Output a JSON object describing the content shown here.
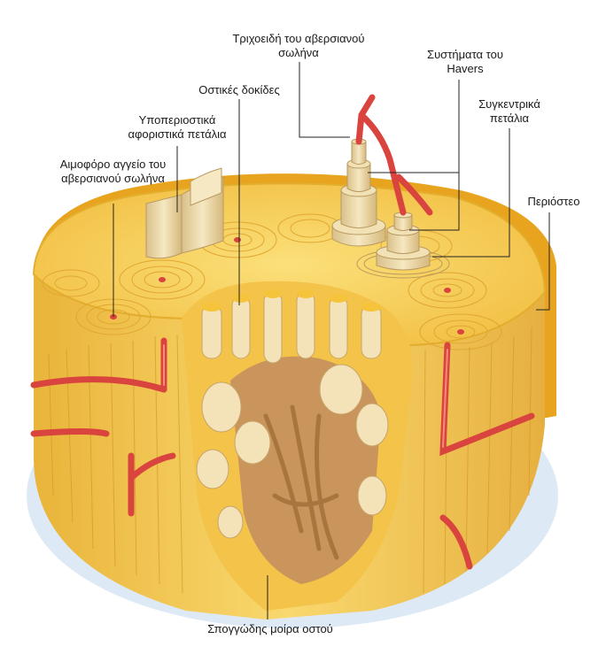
{
  "labels": {
    "capillaries": "Τριχοειδή του αβερσιανού σωλήνα",
    "haversian_systems": "Συστήματα του Havers",
    "trabeculae": "Οστικές δοκίδες",
    "subperiosteal_lamellae": "Υποπεριοστικά αφοριστικά πετάλια",
    "concentric_lamellae": "Συγκεντρικά πετάλια",
    "blood_vessel": "Αιμοφόρο αγγείο του αβερσιανού σωλήνα",
    "periosteum": "Περιόστεο",
    "spongy_bone": "Σπογγώδης μοίρα οστού"
  },
  "colors": {
    "bone_yellow": "#f7c64a",
    "bone_light": "#fbe27e",
    "periosteum_orange": "#e8a41e",
    "vessel_red": "#d9443e",
    "lamella_cream": "#efdcae",
    "spongy_tan": "#c9955c",
    "shadow_blue": "#d8e6f4"
  }
}
